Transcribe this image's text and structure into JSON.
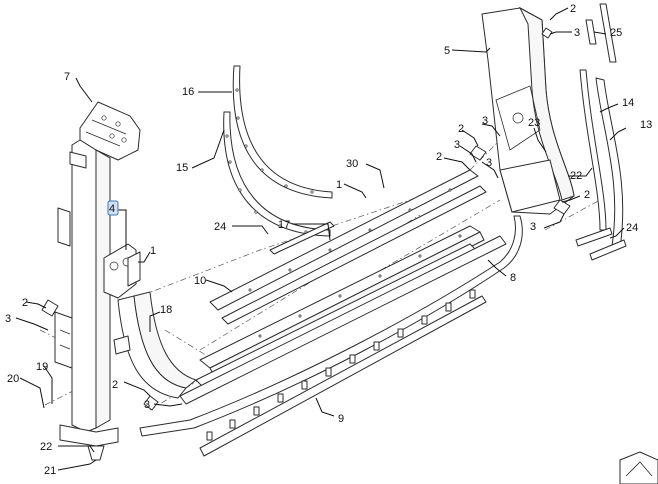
{
  "diagram": {
    "callouts": [
      {
        "id": "c-7",
        "text": "7"
      },
      {
        "id": "c-16",
        "text": "16"
      },
      {
        "id": "c-15",
        "text": "15"
      },
      {
        "id": "c-4",
        "text": "4",
        "highlighted": true
      },
      {
        "id": "c-1a",
        "text": "1"
      },
      {
        "id": "c-24a",
        "text": "24"
      },
      {
        "id": "c-17",
        "text": "17"
      },
      {
        "id": "c-30",
        "text": "30"
      },
      {
        "id": "c-1b",
        "text": "1"
      },
      {
        "id": "c-10",
        "text": "10"
      },
      {
        "id": "c-18",
        "text": "18"
      },
      {
        "id": "c-2a",
        "text": "2"
      },
      {
        "id": "c-3a",
        "text": "3"
      },
      {
        "id": "c-19",
        "text": "19"
      },
      {
        "id": "c-20",
        "text": "20"
      },
      {
        "id": "c-2b",
        "text": "2"
      },
      {
        "id": "c-3b",
        "text": "3"
      },
      {
        "id": "c-22a",
        "text": "22"
      },
      {
        "id": "c-21",
        "text": "21"
      },
      {
        "id": "c-9",
        "text": "9"
      },
      {
        "id": "c-8",
        "text": "8"
      },
      {
        "id": "c-5",
        "text": "5"
      },
      {
        "id": "c-2c",
        "text": "2"
      },
      {
        "id": "c-3c",
        "text": "3"
      },
      {
        "id": "c-25",
        "text": "25"
      },
      {
        "id": "c-2d",
        "text": "2"
      },
      {
        "id": "c-3d",
        "text": "3"
      },
      {
        "id": "c-3e",
        "text": "3"
      },
      {
        "id": "c-2e",
        "text": "2"
      },
      {
        "id": "c-3f",
        "text": "3"
      },
      {
        "id": "c-23",
        "text": "23"
      },
      {
        "id": "c-14",
        "text": "14"
      },
      {
        "id": "c-13",
        "text": "13"
      },
      {
        "id": "c-22b",
        "text": "22"
      },
      {
        "id": "c-2f",
        "text": "2"
      },
      {
        "id": "c-3g",
        "text": "3"
      },
      {
        "id": "c-24b",
        "text": "24"
      }
    ]
  },
  "colors": {
    "line": "#2b2b2b",
    "highlight_fill": "#cfe0f5",
    "highlight_stroke": "#3b73b9"
  }
}
